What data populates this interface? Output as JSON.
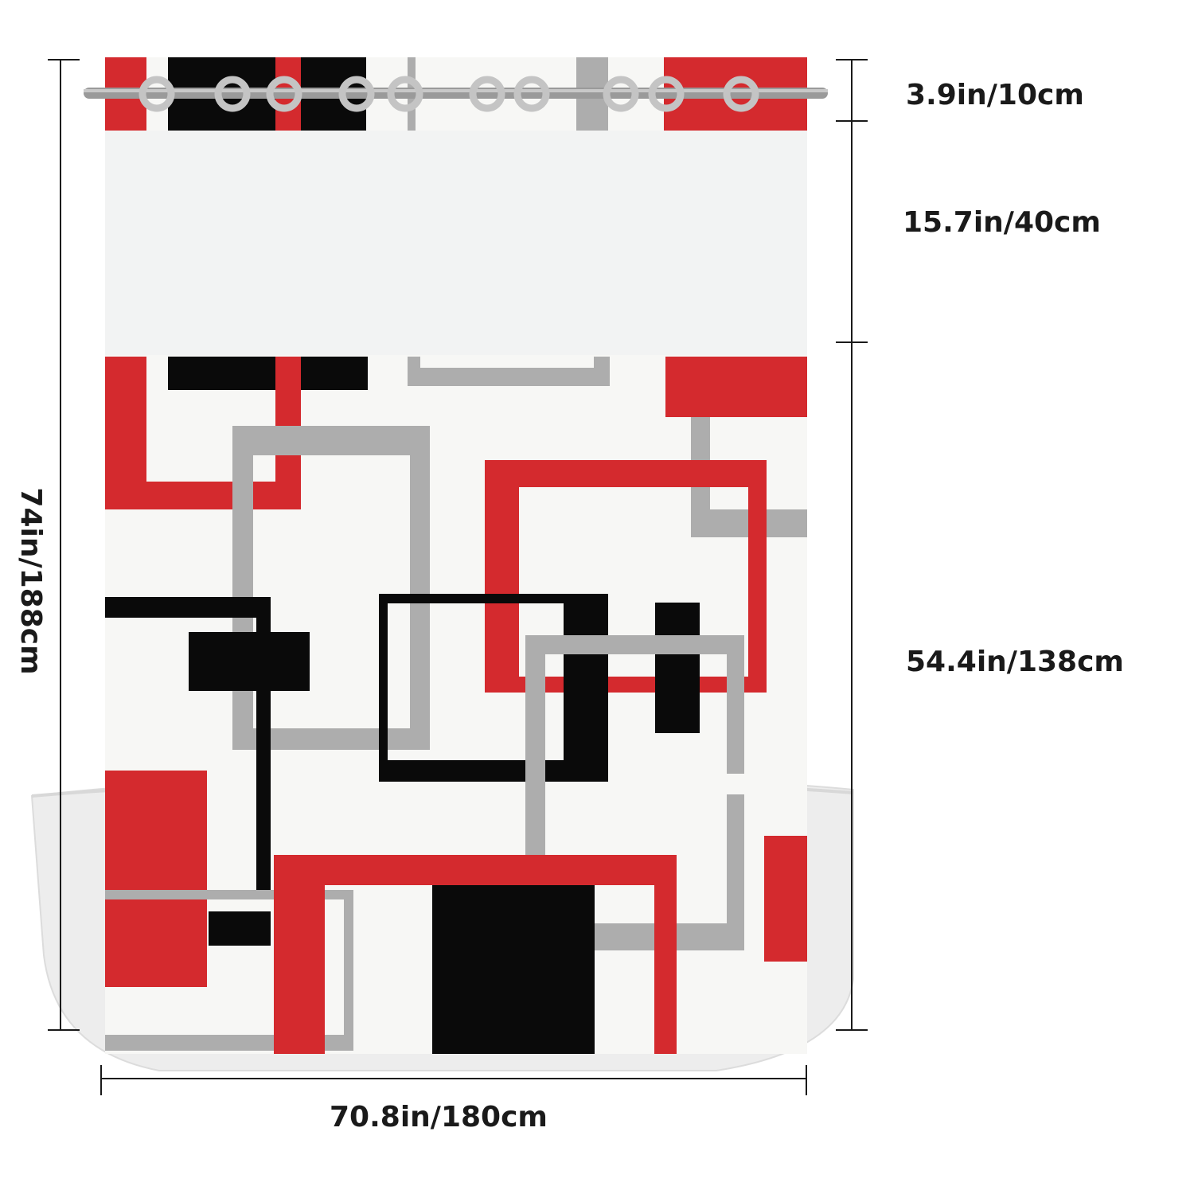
{
  "dimensions": {
    "top_band": "3.9in/10cm",
    "mesh_window": "15.7in/40cm",
    "pattern_body": "54.4in/138cm",
    "total_height": "74in/188cm",
    "width": "70.8in/180cm"
  },
  "colors": {
    "red": "#d42a2e",
    "black": "#0a0a0a",
    "gray": "#adadad",
    "white": "#f7f7f5",
    "mesh": "#f2f3f3",
    "rod": "#8f8f8f",
    "line": "#1a1a1a",
    "tub": "#ececec"
  }
}
